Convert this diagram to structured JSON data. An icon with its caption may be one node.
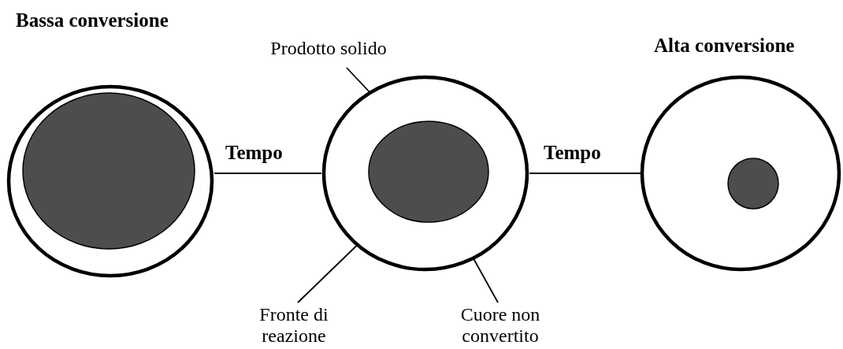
{
  "diagram": {
    "nodes": [
      {
        "text": [
          "Bassa conversione"
        ]
      },
      {
        "text": [],
        "shape": "circle",
        "in": 0
      },
      {
        "text": [],
        "shape": "circle"
      },
      {
        "text": [],
        "shape": "circle",
        "in": 2
      },
      {
        "text": [
          "Alta conversione"
        ]
      },
      {
        "text": [],
        "shape": "circle",
        "in": 4
      },
      {
        "text": [
          "Prodotto solido"
        ]
      },
      {
        "text": [
          "Fronte di reazione"
        ]
      },
      {
        "text": [
          "Cuore non convertito"
        ]
      }
    ],
    "edges": [
      {
        "from": 0,
        "to": 2,
        "arrow": "none",
        "label": "Tempo"
      },
      {
        "from": 2,
        "to": 4,
        "arrow": "none",
        "label": "Tempo"
      },
      {
        "from": 6,
        "to": 2,
        "arrow": "none"
      },
      {
        "from": 7,
        "to": 3,
        "arrow": "none"
      },
      {
        "from": 8,
        "to": 3,
        "arrow": "none"
      }
    ]
  }
}
